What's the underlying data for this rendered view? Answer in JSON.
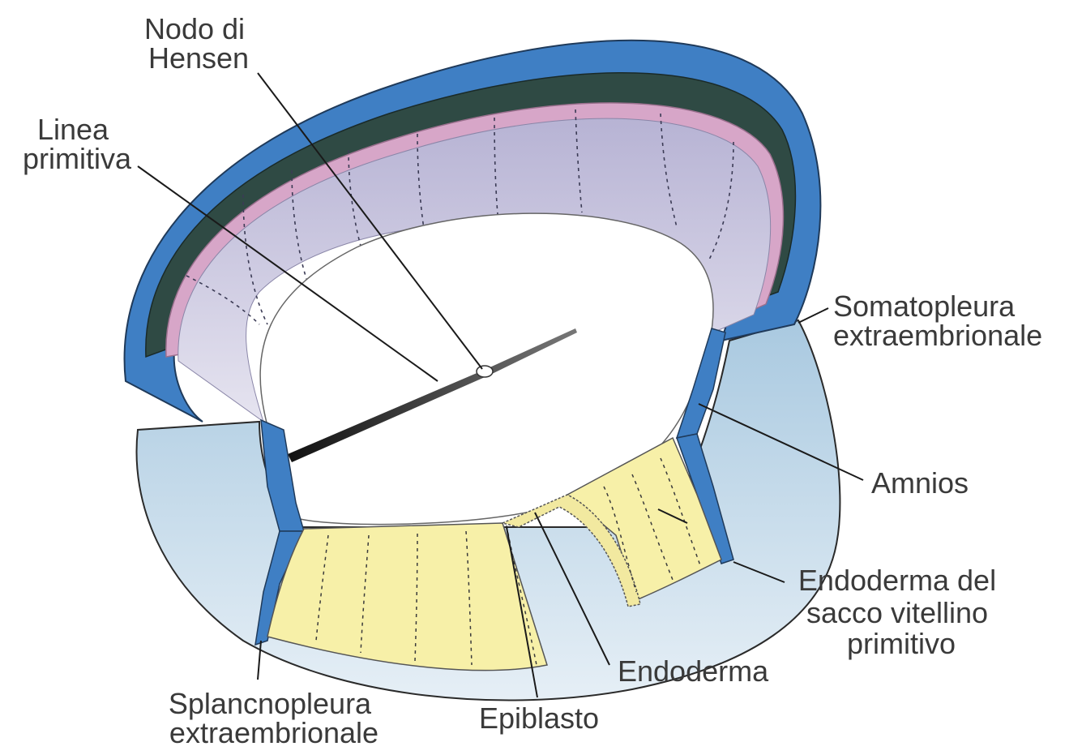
{
  "labels": {
    "nodo_hensen": [
      "Nodo di",
      "Hensen"
    ],
    "linea_primitiva": [
      "Linea",
      "primitiva"
    ],
    "somatopleura": [
      "Somatopleura",
      "extraembrionale"
    ],
    "amnios": "Amnios",
    "endoderma_sacco": [
      "Endoderma del",
      "sacco vitellino",
      "primitivo"
    ],
    "endoderma": "Endoderma",
    "epiblasto": "Epiblasto",
    "splancnopleura": [
      "Splancnopleura",
      "extraembrionale"
    ]
  },
  "colors": {
    "outer_blue": "#3f7fc4",
    "dark_band": "#2f4a44",
    "pink_layer": "#d7a6c8",
    "cavity_lavender": "#c7c3dc",
    "yolk_yellow": "#f7f0a8",
    "light_blue": "#cfe0ec",
    "streak": "#1a1a1a"
  }
}
